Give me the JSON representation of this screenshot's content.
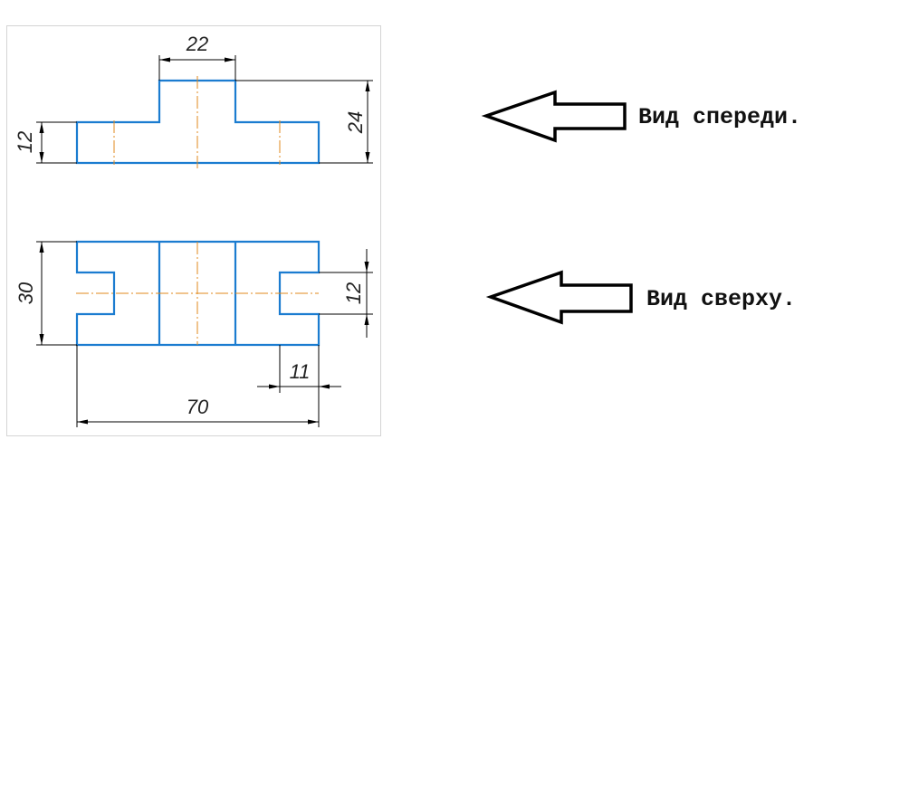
{
  "drawing": {
    "front_view": {
      "dimensions": {
        "top_width": "22",
        "total_height": "24",
        "base_height": "12"
      }
    },
    "top_view": {
      "dimensions": {
        "depth": "30",
        "slot_width": "12",
        "slot_depth": "11",
        "total_length": "70"
      }
    }
  },
  "labels": {
    "front": "Вид спереди.",
    "top": "Вид сверху."
  },
  "colors": {
    "outline": "#1b7cd0",
    "axis": "#e08a1e"
  }
}
